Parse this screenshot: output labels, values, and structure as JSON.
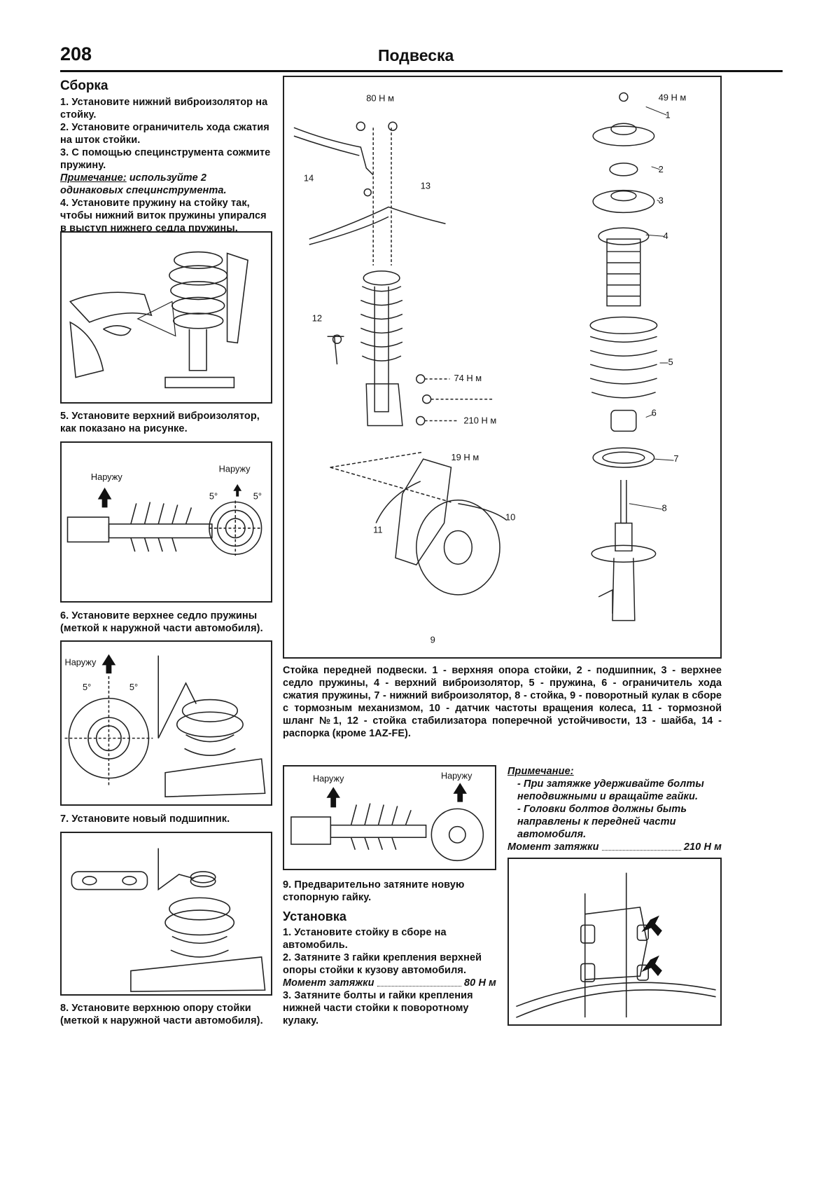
{
  "header": {
    "page_number": "208",
    "title": "Подвеска"
  },
  "assembly": {
    "heading": "Сборка",
    "step1": "1. Установите нижний виброизолятор на стойку.",
    "step2": "2. Установите ограничитель хода сжатия на шток стойки.",
    "step3": "3. С помощью специнструмента сожмите пружину.",
    "note_label": "Примечание:",
    "note_text": "используйте 2 одинаковых специнструмента.",
    "step4": "4. Установите пружину на стойку так, чтобы нижний виток пружины упирался в выступ нижнего седла пружины.",
    "step5": "5. Установите верхний виброизолятор, как показано на рисунке.",
    "step6": "6. Установите верхнее седло пружины (меткой к наружной части автомобиля).",
    "step7": "7. Установите новый подшипник.",
    "step8": "8. Установите верхнюю опору стойки (меткой к наружной части автомобиля)."
  },
  "figure_labels": {
    "outward": "Наружу",
    "angle_5": "5°"
  },
  "main_diagram": {
    "torque_80": "80 Н м",
    "torque_49": "49 Н м",
    "torque_74": "74 Н м",
    "torque_210": "210 Н м",
    "torque_19": "19 Н м",
    "callouts": [
      "1",
      "2",
      "3",
      "4",
      "5",
      "6",
      "7",
      "8",
      "9",
      "10",
      "11",
      "12",
      "13",
      "14"
    ],
    "caption": "Стойка передней подвески. 1 - верхняя опора стойки, 2 - подшипник, 3 - верхнее седло пружины, 4 - верхний виброизолятор, 5 - пружина, 6 - ограничитель хода сжатия пружины, 7 - нижний виброизолятор, 8 - стойка, 9 - поворотный кулак в сборе с тормозным механизмом, 10 - датчик частоты вращения колеса, 11 - тормозной шланг №1, 12 - стойка стабилизатора поперечной устойчивости, 13 - шайба, 14 - распорка (кроме 1AZ-FE)."
  },
  "middle": {
    "step9": "9. Предварительно затяните новую стопорную гайку.",
    "install_heading": "Установка",
    "inst1": "1. Установите стойку в сборе на автомобиль.",
    "inst2": "2. Затяните 3 гайки крепления верхней опоры стойки к кузову автомобиля.",
    "torque_label": "Момент затяжки",
    "torque_80_value": "80 Н м",
    "inst3": "3. Затяните болты и гайки крепления нижней части стойки к поворотному кулаку."
  },
  "right_note": {
    "label": "Примечание:",
    "line1": "- При затяжке удерживайте болты неподвижными и вращайте гайки.",
    "line2": "- Головки болтов должны быть направлены к передней части автомобиля.",
    "torque_label": "Момент затяжки",
    "torque_value": "210 Н м"
  }
}
